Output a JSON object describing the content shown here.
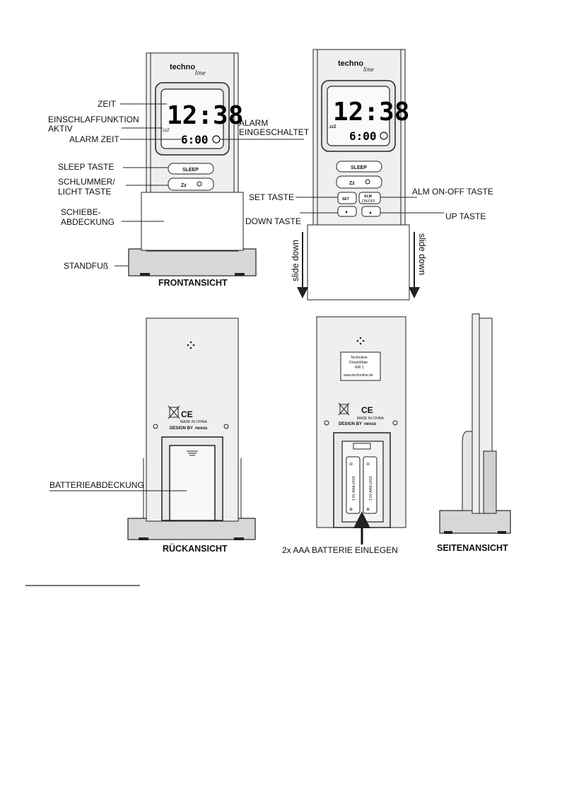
{
  "labels": {
    "zeit": "ZEIT",
    "einschlaf_1": "EINSCHLAFFUNKTION",
    "einschlaf_2": "AKTIV",
    "alarm_zeit": "ALARM ZEIT",
    "sleep_taste": "SLEEP TASTE",
    "schlummer_1": "SCHLUMMER/",
    "schlummer_2": "LICHT TASTE",
    "schiebe_1": "SCHIEBE-",
    "schiebe_2": "ABDECKUNG",
    "standfuss": "STANDFUß",
    "alarm_1": "ALARM",
    "alarm_2": "EINGESCHALTET",
    "set_taste": "SET TASTE",
    "alm_on_off": "ALM ON-OFF TASTE",
    "down_taste": "DOWN TASTE",
    "up_taste": "UP TASTE",
    "slide_down_left": "slide down",
    "slide_down_right": "slide down",
    "batterie_abdeckung": "BATTERIEABDECKUNG",
    "batterie_einlegen": "2x AAA BATTERIE EINLEGEN"
  },
  "captions": {
    "front": "FRONTANSICHT",
    "back": "RÜCKANSICHT",
    "side": "SEITENANSICHT"
  },
  "device": {
    "brand_main": "techno",
    "brand_sub": "line",
    "time": "12:38",
    "alarm_time": "6:00",
    "sleep_indicator": "zzZ",
    "sleep_button": "SLEEP",
    "snooze_button": "Zz",
    "set_button": "SET",
    "alm_button_1": "ALM",
    "alm_button_2": "ON/OFF",
    "down_symbol": "▼",
    "up_symbol": "▲",
    "design_by": "DESIGN BY",
    "nexus": "nexus",
    "ce": "CE",
    "made_in": "MADE IN CHINA",
    "sticker_1": "Technoline",
    "sticker_2": "DreamMate",
    "sticker_3": "WR 1",
    "sticker_4": "www.technoline.de",
    "battery_type": "1.5V AAA LR03",
    "plus": "⊕",
    "minus": "⊖"
  }
}
